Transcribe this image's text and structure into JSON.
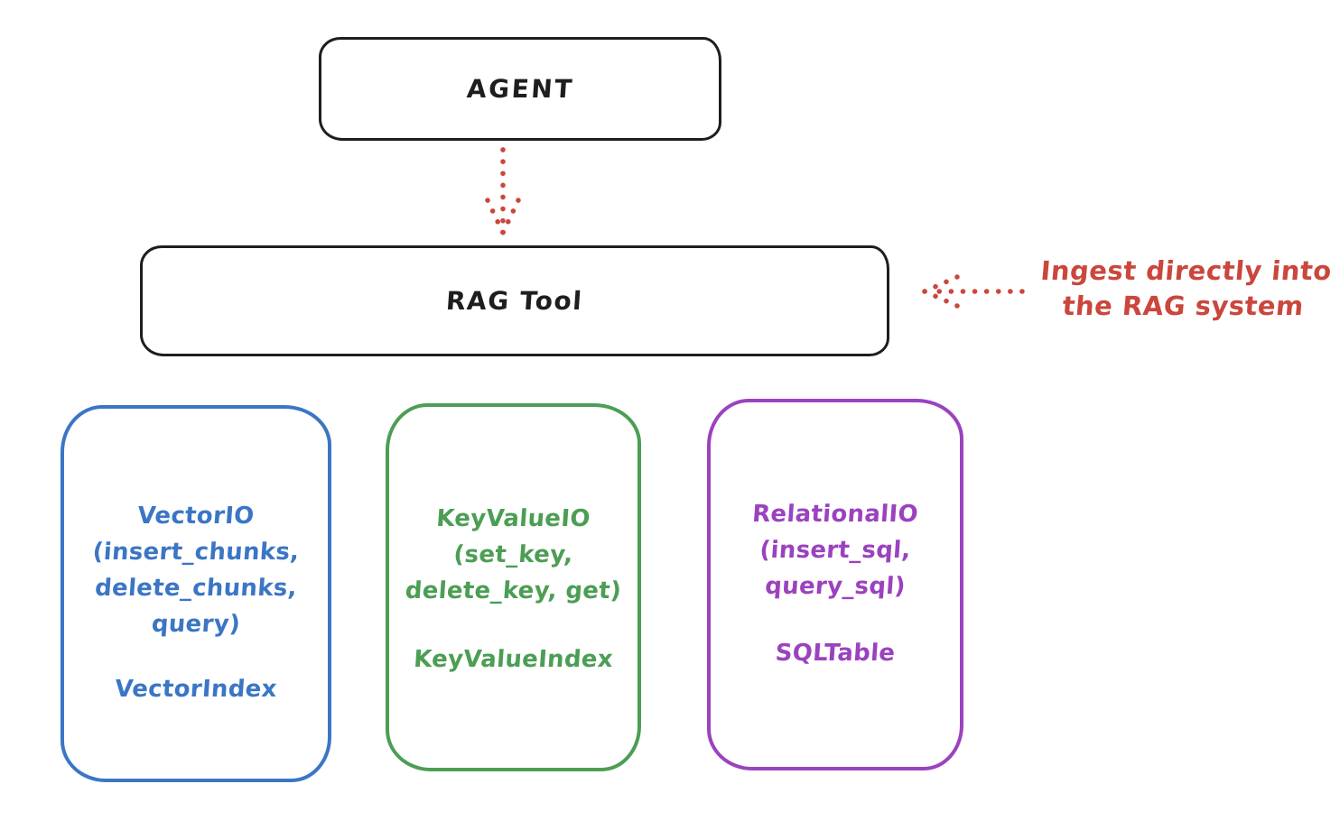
{
  "diagram": {
    "agent": {
      "label": "AGENT"
    },
    "rag_tool": {
      "label": "RAG Tool"
    },
    "annotation": {
      "line1": "Ingest directly into",
      "line2": "the RAG system"
    },
    "stores": [
      {
        "id": "vector",
        "color": "#3b76c5",
        "lines": [
          "VectorIO",
          "(insert_chunks,",
          "delete_chunks,",
          "query)"
        ],
        "index_label": "VectorIndex"
      },
      {
        "id": "keyvalue",
        "color": "#4c9e54",
        "lines": [
          "KeyValueIO",
          "(set_key,",
          "delete_key, get)"
        ],
        "index_label": "KeyValueIndex"
      },
      {
        "id": "relational",
        "color": "#9b42bf",
        "lines": [
          "RelationalIO",
          "(insert_sql,",
          "query_sql)"
        ],
        "index_label": "SQLTable"
      }
    ],
    "colors": {
      "ink": "#1e1e1e",
      "red": "#cb463c",
      "blue": "#3b76c5",
      "green": "#4c9e54",
      "purple": "#9b42bf",
      "background": "#ffffff"
    }
  }
}
